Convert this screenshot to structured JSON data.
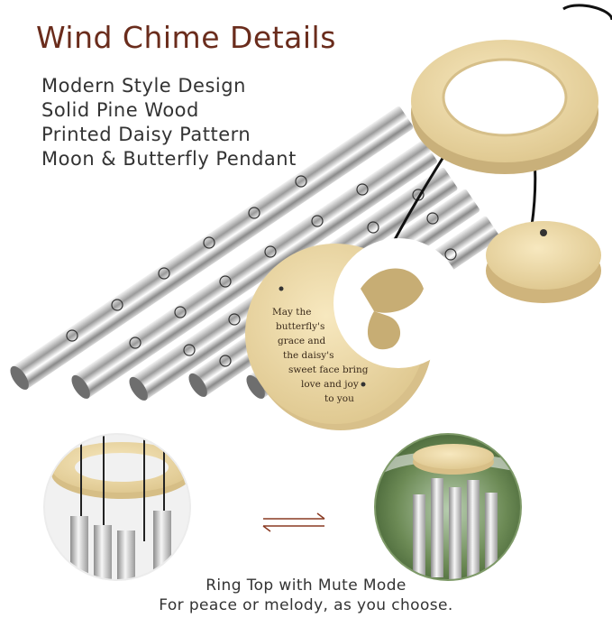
{
  "title": "Wind Chime Details",
  "features": [
    "Modern Style Design",
    "Solid Pine Wood",
    "Printed Daisy Pattern",
    "Moon & Butterfly Pendant"
  ],
  "pendant": {
    "lines": [
      "May the",
      "butterfly's",
      "grace and",
      "the daisy's",
      "sweet face bring",
      "love and joy",
      "to you"
    ]
  },
  "captions": {
    "line1": "Ring Top with Mute Mode",
    "line2": "For peace or melody, as you choose."
  },
  "icons": {
    "switch": "swap-arrows-icon"
  },
  "colors": {
    "title": "#6a2c1c",
    "text": "#333333",
    "wood": "#ecd9a6",
    "metal": "#c8c8c8"
  }
}
